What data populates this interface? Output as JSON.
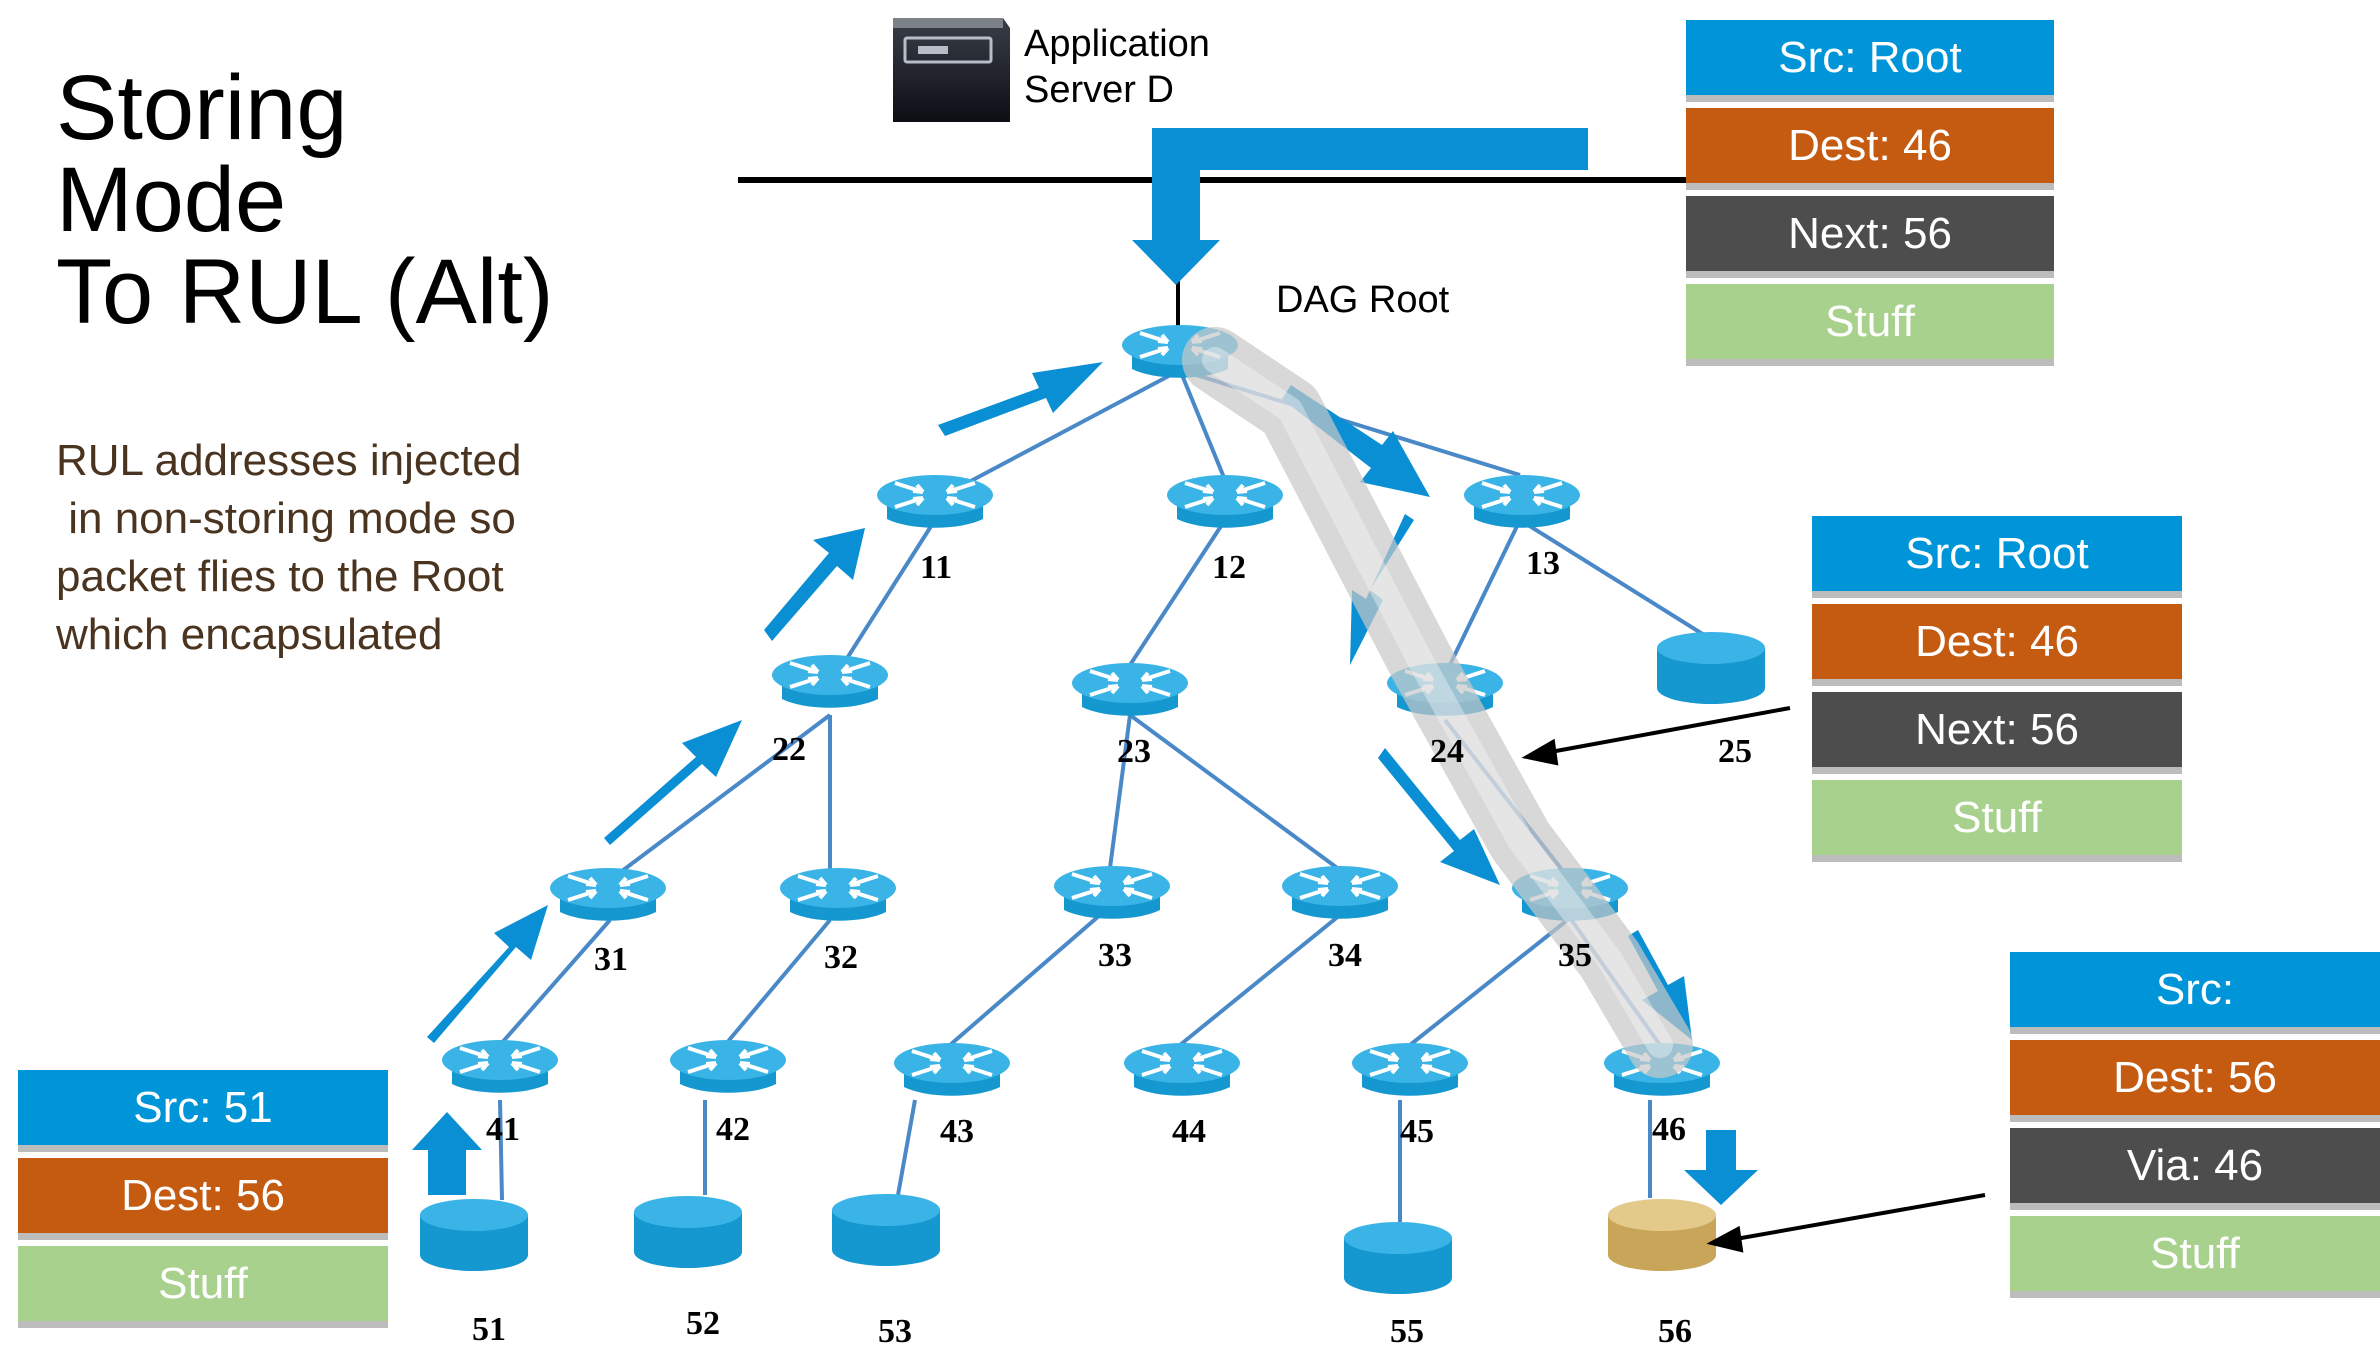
{
  "title": {
    "line1": "Storing",
    "line2": "Mode",
    "line3": "To RUL (Alt)"
  },
  "note": {
    "line1": "RUL addresses injected",
    "line2": " in non-storing mode so",
    "line3": "packet flies to the Root",
    "line4": "which encapsulated"
  },
  "server": {
    "line1": "Application",
    "line2": "Server D"
  },
  "root_label": "DAG Root",
  "nodes": {
    "n11": "11",
    "n12": "12",
    "n13": "13",
    "n22": "22",
    "n23": "23",
    "n24": "24",
    "n25": "25",
    "n31": "31",
    "n32": "32",
    "n33": "33",
    "n34": "34",
    "n35": "35",
    "n41": "41",
    "n42": "42",
    "n43": "43",
    "n44": "44",
    "n45": "45",
    "n46": "46",
    "n51": "51",
    "n52": "52",
    "n53": "53",
    "n55": "55",
    "n56": "56"
  },
  "headers": {
    "top": {
      "src": "Src: Root",
      "dest": "Dest: 46",
      "next": "Next: 56",
      "stuff": "Stuff"
    },
    "mid": {
      "src": "Src: Root",
      "dest": "Dest: 46",
      "next": "Next: 56",
      "stuff": "Stuff"
    },
    "bottom_right": {
      "src": "Src:",
      "dest": "Dest: 56",
      "via": "Via: 46",
      "stuff": "Stuff"
    },
    "bottom_left": {
      "src": "Src: 51",
      "dest": "Dest: 56",
      "stuff": "Stuff"
    }
  },
  "colors": {
    "link": "#4a89c8",
    "router": "#1fa0d8",
    "router_top": "#3ab4e6",
    "arrow": "#0a8fd4",
    "highlight_leaf": "#d8b86e",
    "tunnel": "#c8c8c8"
  }
}
